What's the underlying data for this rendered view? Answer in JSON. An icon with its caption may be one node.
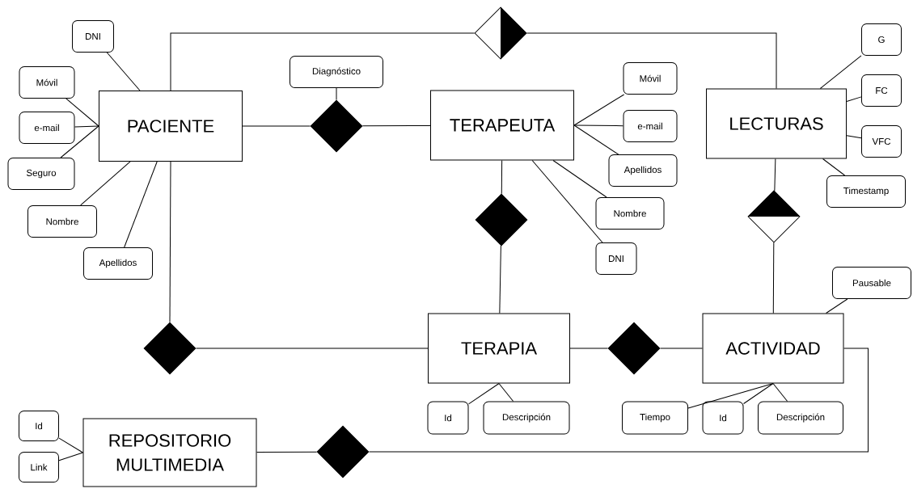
{
  "diagram": {
    "nodes": [
      {
        "text": [],
        "shape": "diamond"
      },
      {
        "text": [
          "DNI"
        ]
      },
      {
        "text": [
          "Móvil"
        ]
      },
      {
        "text": [
          "e-mail"
        ]
      },
      {
        "text": [
          "Seguro"
        ]
      },
      {
        "text": [
          "Nombre"
        ]
      },
      {
        "text": [
          "Apellidos"
        ]
      },
      {
        "text": [
          "PACIENTE"
        ]
      },
      {
        "text": [
          "Diagnóstico"
        ]
      },
      {
        "text": [],
        "shape": "diamond"
      },
      {
        "text": [
          "TERAPEUTA"
        ]
      },
      {
        "text": [
          "Móvil"
        ]
      },
      {
        "text": [
          "e-mail"
        ]
      },
      {
        "text": [
          "Apellidos"
        ]
      },
      {
        "text": [
          "Nombre"
        ]
      },
      {
        "text": [
          "DNI"
        ]
      },
      {
        "text": [
          "LECTURAS"
        ]
      },
      {
        "text": [
          "G"
        ]
      },
      {
        "text": [
          "FC"
        ]
      },
      {
        "text": [
          "VFC"
        ]
      },
      {
        "text": [
          "Timestamp"
        ]
      },
      {
        "text": [],
        "shape": "diamond"
      },
      {
        "text": [],
        "shape": "diamond"
      },
      {
        "text": [
          "Pausable"
        ]
      },
      {
        "text": [],
        "shape": "diamond"
      },
      {
        "text": [
          "TERAPIA"
        ]
      },
      {
        "text": [],
        "shape": "diamond"
      },
      {
        "text": [
          "ACTIVIDAD"
        ]
      },
      {
        "text": [
          "Id"
        ]
      },
      {
        "text": [
          "Descripción"
        ]
      },
      {
        "text": [
          "Tiempo"
        ]
      },
      {
        "text": [
          "Id"
        ]
      },
      {
        "text": [
          "Descripción"
        ]
      },
      {
        "text": [
          "REPOSITORIO MULTIMEDIA"
        ]
      },
      {
        "text": [
          "Id"
        ]
      },
      {
        "text": [
          "Link"
        ]
      },
      {
        "text": [],
        "shape": "diamond"
      }
    ],
    "edges": [
      {
        "from": 1,
        "to": 7,
        "arrow": "none"
      },
      {
        "from": 2,
        "to": 7,
        "arrow": "none"
      },
      {
        "from": 3,
        "to": 7,
        "arrow": "none"
      },
      {
        "from": 4,
        "to": 7,
        "arrow": "none"
      },
      {
        "from": 5,
        "to": 7,
        "arrow": "none"
      },
      {
        "from": 6,
        "to": 7,
        "arrow": "none"
      },
      {
        "from": 7,
        "to": 0,
        "arrow": "none"
      },
      {
        "from": 0,
        "to": 16,
        "arrow": "none"
      },
      {
        "from": 8,
        "to": 9,
        "arrow": "none"
      },
      {
        "from": 7,
        "to": 9,
        "arrow": "none"
      },
      {
        "from": 9,
        "to": 10,
        "arrow": "none"
      },
      {
        "from": 11,
        "to": 10,
        "arrow": "none"
      },
      {
        "from": 12,
        "to": 10,
        "arrow": "none"
      },
      {
        "from": 13,
        "to": 10,
        "arrow": "none"
      },
      {
        "from": 14,
        "to": 10,
        "arrow": "none"
      },
      {
        "from": 15,
        "to": 10,
        "arrow": "none"
      },
      {
        "from": 17,
        "to": 16,
        "arrow": "none"
      },
      {
        "from": 18,
        "to": 16,
        "arrow": "none"
      },
      {
        "from": 19,
        "to": 16,
        "arrow": "none"
      },
      {
        "from": 20,
        "to": 16,
        "arrow": "none"
      },
      {
        "from": 10,
        "to": 21,
        "arrow": "none"
      },
      {
        "from": 21,
        "to": 25,
        "arrow": "none"
      },
      {
        "from": 16,
        "to": 22,
        "arrow": "none"
      },
      {
        "from": 22,
        "to": 27,
        "arrow": "none"
      },
      {
        "from": 23,
        "to": 27,
        "arrow": "none"
      },
      {
        "from": 7,
        "to": 24,
        "arrow": "none"
      },
      {
        "from": 24,
        "to": 25,
        "arrow": "none"
      },
      {
        "from": 25,
        "to": 26,
        "arrow": "none"
      },
      {
        "from": 26,
        "to": 27,
        "arrow": "none"
      },
      {
        "from": 28,
        "to": 25,
        "arrow": "none"
      },
      {
        "from": 29,
        "to": 25,
        "arrow": "none"
      },
      {
        "from": 30,
        "to": 27,
        "arrow": "none"
      },
      {
        "from": 31,
        "to": 27,
        "arrow": "none"
      },
      {
        "from": 32,
        "to": 27,
        "arrow": "none"
      },
      {
        "from": 27,
        "to": 36,
        "arrow": "none"
      },
      {
        "from": 36,
        "to": 33,
        "arrow": "none"
      },
      {
        "from": 34,
        "to": 33,
        "arrow": "none"
      },
      {
        "from": 35,
        "to": 33,
        "arrow": "none"
      }
    ]
  }
}
